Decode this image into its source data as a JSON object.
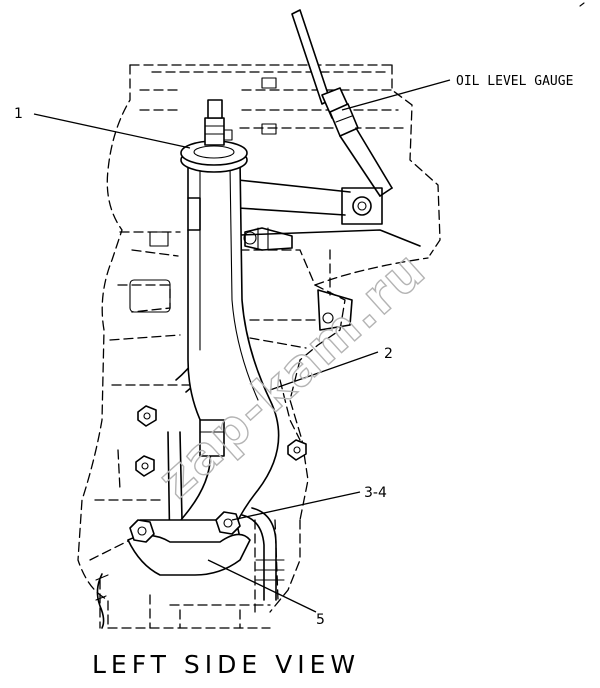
{
  "callouts": {
    "c1": "1",
    "c2": "2",
    "c3": "3-4",
    "c5": "5",
    "oil_level_gauge": "OIL LEVEL GAUGE"
  },
  "caption": "LEFT SIDE VIEW",
  "watermark": "zap-kam.ru"
}
